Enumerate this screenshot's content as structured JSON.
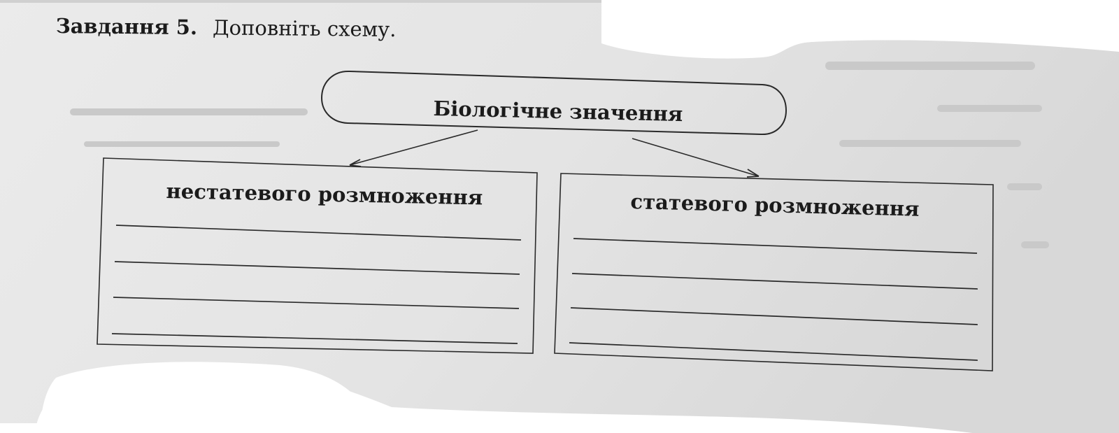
{
  "task": {
    "number": "Завдання 5.",
    "instruction": "Доповніть схему."
  },
  "diagram": {
    "root": "Біологічне значення",
    "left_branch": "нестатевого розмноження",
    "right_branch": "статевого розмноження",
    "blank_lines_per_box": 4
  },
  "colors": {
    "paper": "#e8e8e8",
    "ink": "#1b1b1b",
    "background": "#ffffff"
  }
}
